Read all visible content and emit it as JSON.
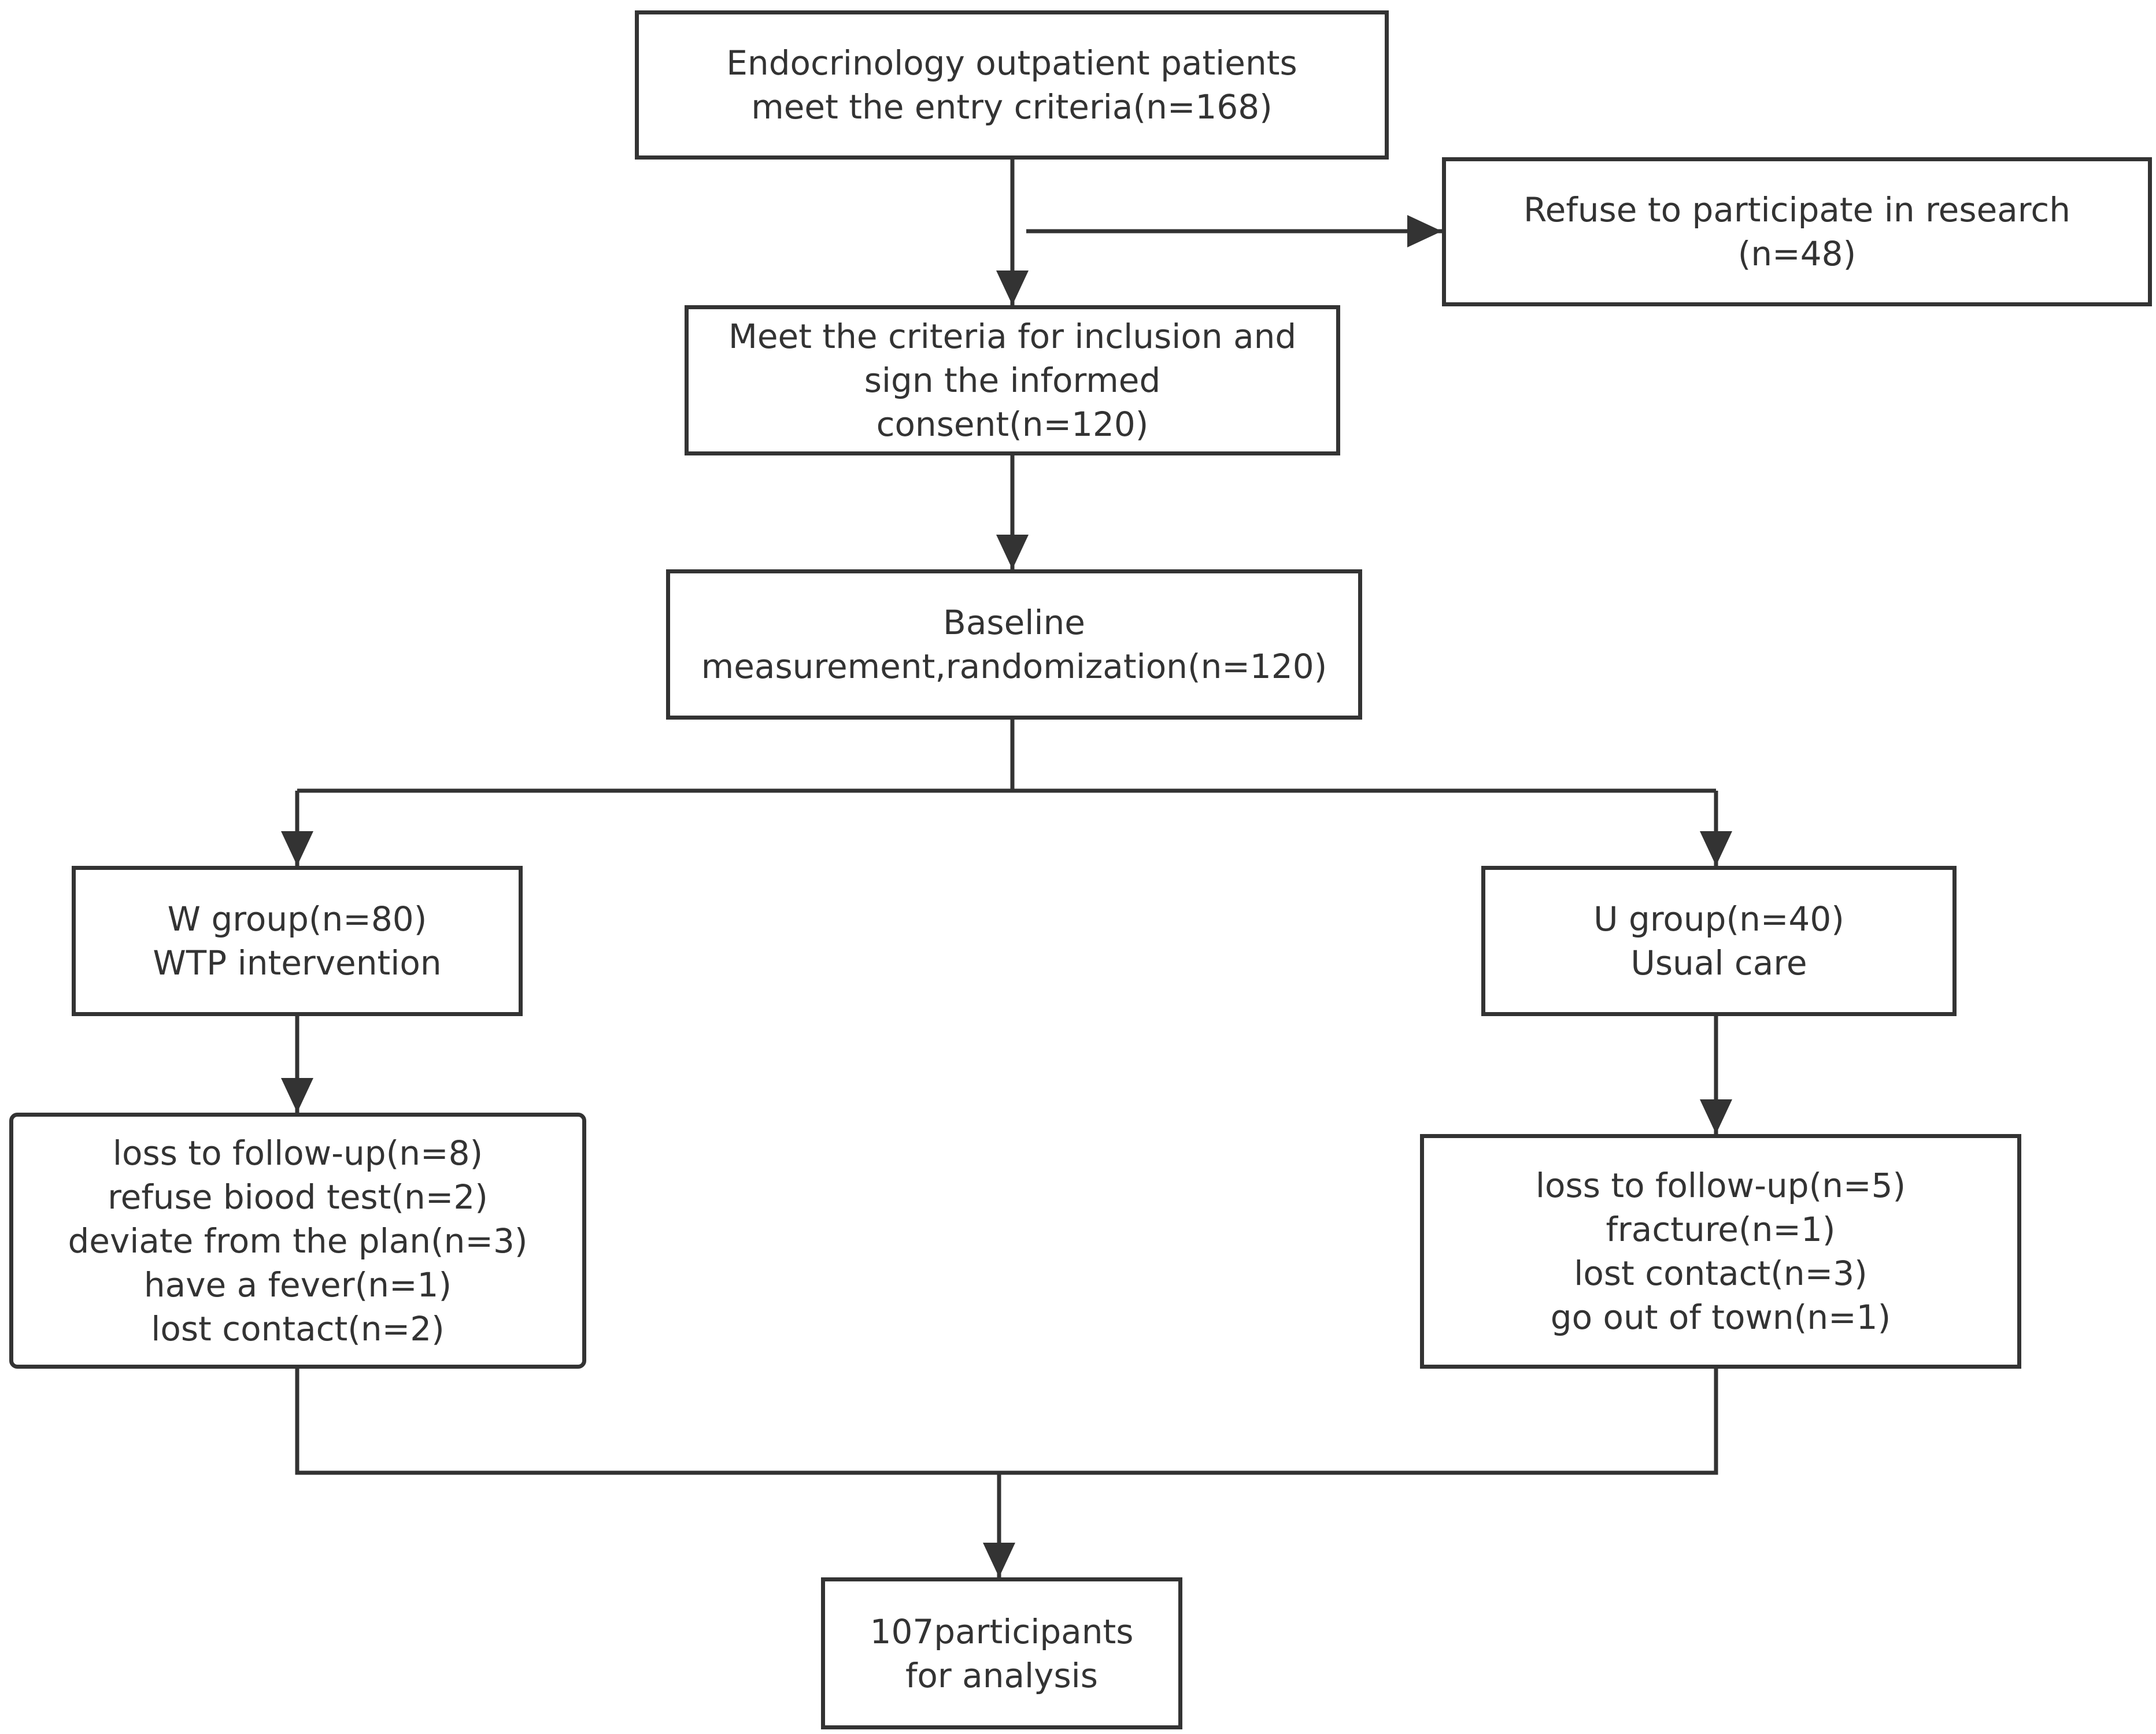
{
  "flowchart": {
    "entry": {
      "lines": [
        "Endocrinology outpatient patients",
        "meet the entry criteria(n=168)"
      ]
    },
    "refuse": {
      "lines": [
        "Refuse to participate in research",
        "(n=48)"
      ]
    },
    "inclusion": {
      "lines": [
        "Meet the criteria for inclusion and",
        "sign the informed",
        "consent(n=120)"
      ]
    },
    "baseline": {
      "lines": [
        "Baseline",
        "measurement,randomization(n=120)"
      ]
    },
    "w_group": {
      "lines": [
        "W group(n=80)",
        "WTP intervention"
      ]
    },
    "u_group": {
      "lines": [
        "U group(n=40)",
        "Usual care"
      ]
    },
    "w_loss": {
      "lines": [
        "loss to follow-up(n=8)",
        "refuse biood test(n=2)",
        "deviate from the plan(n=3)",
        "have a fever(n=1)",
        "lost contact(n=2)"
      ]
    },
    "u_loss": {
      "lines": [
        "loss to follow-up(n=5)",
        "fracture(n=1)",
        "lost contact(n=3)",
        "go out of town(n=1)"
      ]
    },
    "final": {
      "lines": [
        "107participants",
        "for analysis"
      ]
    }
  },
  "colors": {
    "line": "#333333",
    "text": "#333333",
    "background": "#ffffff"
  }
}
